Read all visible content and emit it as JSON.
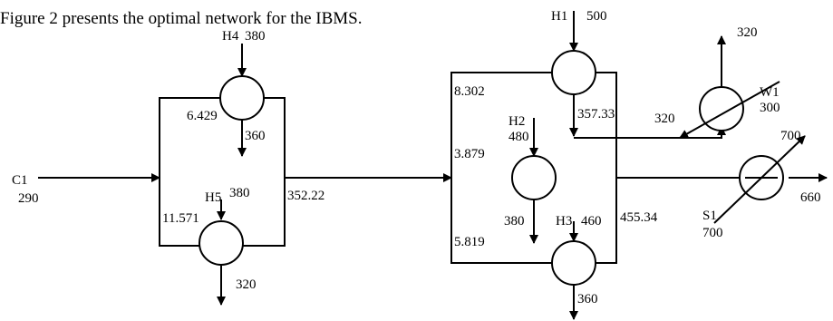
{
  "caption": "Figure 2 presents the optimal network for the IBMS.",
  "left_network": {
    "hot_inlet_1": {
      "name": "H4",
      "value": "380"
    },
    "hot_out_1": "360",
    "split_left_1": "6.429",
    "hot_inlet_2": {
      "name": "H5",
      "value": "380"
    },
    "split_left_2": "11.571",
    "hot_out_2": "320",
    "outlet_value": "352.22"
  },
  "cold_stream": {
    "name": "C1",
    "value": "290"
  },
  "right_network": {
    "hot_inlet_1": {
      "name": "H1",
      "value": "500"
    },
    "hot_out_1": "357.33",
    "split_1": "8.302",
    "hot_inlet_2": {
      "name": "H2",
      "value": "480"
    },
    "split_2": "3.879",
    "hot_out_2": "380",
    "hot_inlet_3": {
      "name": "H3",
      "value": "460"
    },
    "split_3": "5.819",
    "hot_out_3": "360",
    "outlet_value": "455.34"
  },
  "cooler": {
    "name": "W1",
    "inlet": "300",
    "outlet": "320",
    "cold_return": "320"
  },
  "heater": {
    "name": "S1",
    "inlet": "700",
    "outlet": "700",
    "final": "660"
  }
}
